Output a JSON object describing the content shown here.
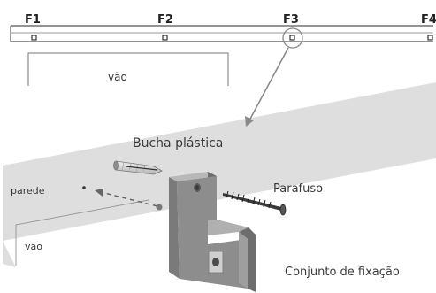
{
  "rail": {
    "markers": [
      "F1",
      "F2",
      "F3",
      "F4"
    ],
    "highlighted_marker": "F3"
  },
  "labels": {
    "vao_top": "vão",
    "bucha": "Bucha plástica",
    "parede": "parede",
    "vao_bottom": "vão",
    "parafuso": "Parafuso",
    "conjunto": "Conjunto  de fixação"
  },
  "colors": {
    "ink": "#222222",
    "label": "#3a3a3a",
    "wall": "#dedede",
    "arrow": "#8a8a8a",
    "bracket_front": "#8d8d8d",
    "bracket_top": "#b8b8b8",
    "bracket_side": "#6d6d6d"
  },
  "icons": {
    "wall_plug": "wall-plug-icon",
    "screw": "screw-icon",
    "bracket": "mounting-bracket-icon"
  }
}
